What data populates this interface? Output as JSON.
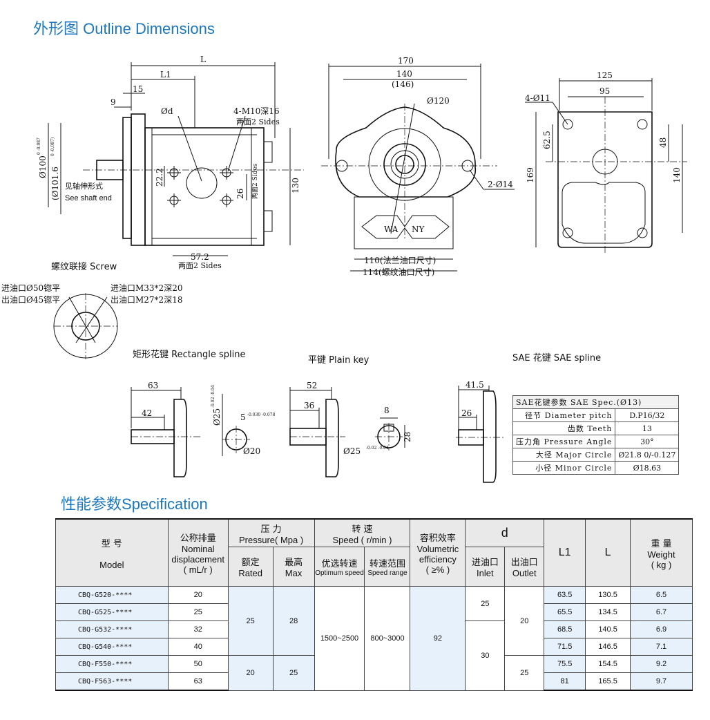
{
  "titles": {
    "outline_cn": "外形图",
    "outline_en": "Outline Dimensions",
    "spec_cn": "性能参数",
    "spec_en": "Specification"
  },
  "side_view": {
    "L": "L",
    "L1": "L1",
    "d15": "15",
    "d9": "9",
    "od": "Ød",
    "bolt": "4-M10深16",
    "bolt_sides": "两面2 Sides",
    "dia100": "Ø100",
    "dia100_tol": "0 -0.087",
    "dia101": "(Ø101.6",
    "dia101_tol": "0 -0.087)",
    "shaft_cn": "见轴伸形式",
    "shaft_en": "See shaft end",
    "d22_2": "22.2",
    "d26": "26",
    "d26_sides": "两面2 Sides",
    "d130": "130",
    "d57_2": "57.2",
    "bottom_sides": "两面2 Sides"
  },
  "front_view": {
    "d170": "170",
    "d140": "140",
    "d146": "(146)",
    "d120": "Ø120",
    "holes": "2-Ø14",
    "wa": "WA",
    "ny": "NY",
    "flange": "110(法兰油口尺寸)",
    "thread": "114(螺纹油口尺寸)"
  },
  "rear_view": {
    "d125": "125",
    "d95": "95",
    "holes": "4-Ø11",
    "d62_5": "62.5",
    "d48": "48",
    "d169": "169",
    "d140": "140"
  },
  "screw": {
    "title": "螺纹联接 Screw",
    "in_face": "进油口Ø50锪平",
    "out_face": "出油口Ø45锪平",
    "in_thread": "进油口M33*2深20",
    "out_thread": "出油口M27*2深18"
  },
  "rect_spline": {
    "title": "矩形花键  Rectangle spline",
    "d63": "63",
    "d42": "42",
    "d25": "Ø25",
    "d25_tol": "-0.02 -0.04",
    "d5": "5",
    "d5_tol": "-0.030 -0.078",
    "d20": "Ø20"
  },
  "plain_key": {
    "title": "平键  Plain key",
    "d52": "52",
    "d36": "36",
    "d8": "8",
    "d28": "28",
    "d25": "Ø25",
    "d25_tol": "-0.02 -0.04"
  },
  "sae_spline": {
    "title": "SAE 花键  SAE spline",
    "d41_5": "41.5",
    "d26": "26",
    "table_head": "SAE花键参数  SAE Spec.(Ø13)",
    "rows": [
      {
        "k": "径节 Diameter pitch",
        "v": "D.P16/32"
      },
      {
        "k": "齿数 Teeth",
        "v": "13"
      },
      {
        "k": "压力角 Pressure Angle",
        "v": "30°"
      },
      {
        "k": "大径 Major Circle",
        "v": "Ø21.8 0/-0.127"
      },
      {
        "k": "小径 Minor Circle",
        "v": "Ø18.63"
      }
    ]
  },
  "spec": {
    "headers": {
      "model_cn": "型 号",
      "model_en": "Model",
      "disp_cn": "公称排量",
      "disp_en": "Nominal displacement",
      "disp_unit": "( mL/r )",
      "pressure_cn": "压 力",
      "pressure_en": "Pressure( Mpa )",
      "rated_cn": "额定",
      "rated_en": "Rated",
      "max_cn": "最高",
      "max_en": "Max",
      "speed_cn": "转 速",
      "speed_en": "Speed ( r/min )",
      "opt_cn": "优选转速",
      "opt_en": "Optimum speed",
      "range_cn": "转速范围",
      "range_en": "Speed range",
      "eff_cn": "容积效率",
      "eff_en1": "Volumetric",
      "eff_en2": "efficiency",
      "eff_unit": "( ≥% )",
      "d": "d",
      "inlet_cn": "进油口",
      "inlet_en": "Inlet",
      "outlet_cn": "出油口",
      "outlet_en": "Outlet",
      "l1": "L1",
      "l": "L",
      "weight_cn": "重 量",
      "weight_en": "Weight",
      "weight_unit": "( kg )"
    },
    "rows": [
      {
        "model": "CBQ-G520-****",
        "disp": "20",
        "l1": "63.5",
        "l": "130.5",
        "w": "6.5"
      },
      {
        "model": "CBQ-G525-****",
        "disp": "25",
        "l1": "65.5",
        "l": "134.5",
        "w": "6.7"
      },
      {
        "model": "CBQ-G532-****",
        "disp": "32",
        "l1": "68.5",
        "l": "140.5",
        "w": "6.9"
      },
      {
        "model": "CBQ-G540-****",
        "disp": "40",
        "l1": "71.5",
        "l": "146.5",
        "w": "7.1"
      },
      {
        "model": "CBQ-F550-****",
        "disp": "50",
        "l1": "75.5",
        "l": "154.5",
        "w": "9.2"
      },
      {
        "model": "CBQ-F563-****",
        "disp": "63",
        "l1": "81",
        "l": "165.5",
        "w": "9.7"
      }
    ],
    "merged": {
      "rated_g": "25",
      "max_g": "28",
      "rated_f": "20",
      "max_f": "25",
      "opt": "1500~2500",
      "range": "800~3000",
      "eff": "92",
      "inlet_a": "25",
      "inlet_b": "30",
      "outlet_a": "20",
      "outlet_b": "25"
    }
  }
}
